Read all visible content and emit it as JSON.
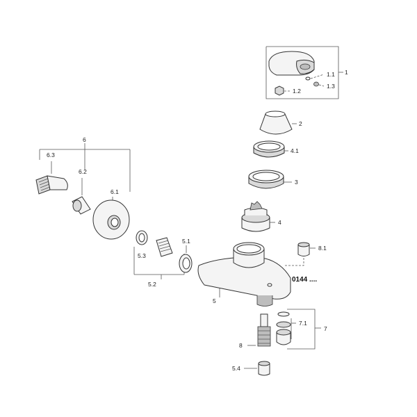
{
  "labels": {
    "l1": "1",
    "l1_1": "1.1",
    "l1_2": "1.2",
    "l1_3": "1.3",
    "l2": "2",
    "l4_1": "4.1",
    "l3": "3",
    "l4": "4",
    "l8_1": "8.1",
    "l0144": "0144 ....",
    "l5": "5",
    "l5_1": "5.1",
    "l5_2": "5.2",
    "l5_3": "5.3",
    "l6": "6",
    "l6_1": "6.1",
    "l6_2": "6.2",
    "l6_3": "6.3",
    "l7": "7",
    "l7_1": "7.1",
    "l8": "8",
    "l5_4": "5.4"
  }
}
